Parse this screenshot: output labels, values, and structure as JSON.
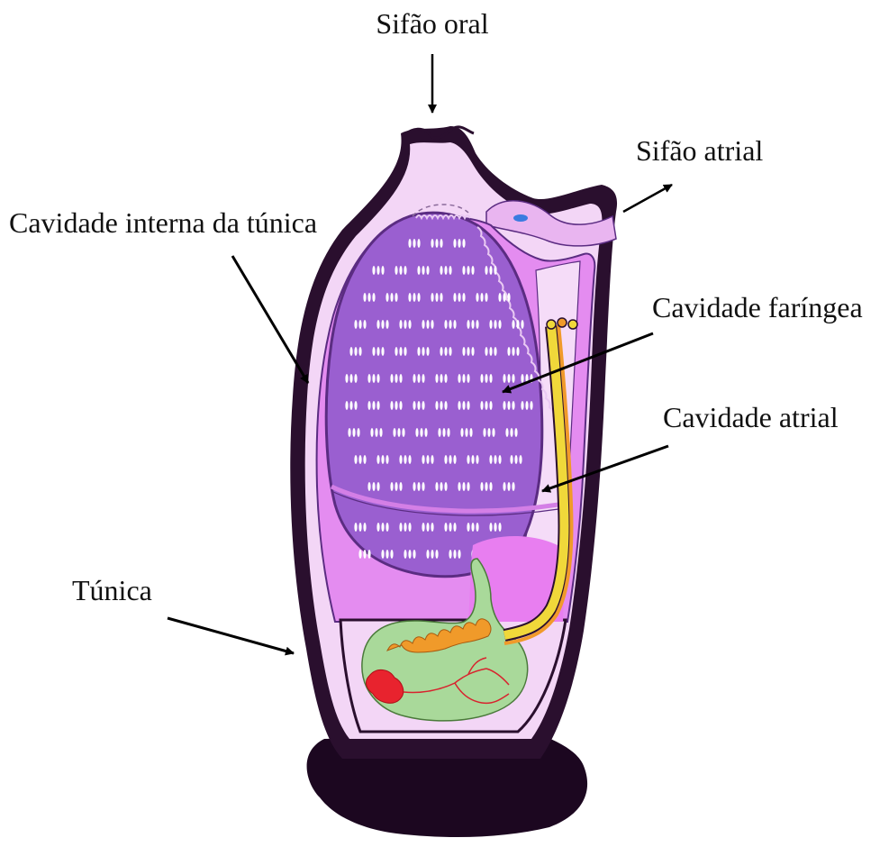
{
  "labels": {
    "oral_siphon": "Sifão oral",
    "atrial_siphon": "Sifão atrial",
    "tunic_inner_cavity": "Cavidade interna da túnica",
    "pharyngeal_cavity": "Cavidade faríngea",
    "atrial_cavity": "Cavidade atrial",
    "tunic": "Túnica"
  },
  "colors": {
    "tunic_outer": "#2a0f2e",
    "tunic_fill": "#f3d6f6",
    "mantle": "#e48cf0",
    "pharynx": "#9a5fd0",
    "pharynx_outline": "#5b2c82",
    "stigmata": "#ffffff",
    "stomach": "#a9d99a",
    "gonad_red": "#e8232e",
    "duct_yellow": "#f0d83a",
    "duct_orange": "#f09a2a",
    "base": "#1c0720",
    "arrow": "#000000"
  }
}
